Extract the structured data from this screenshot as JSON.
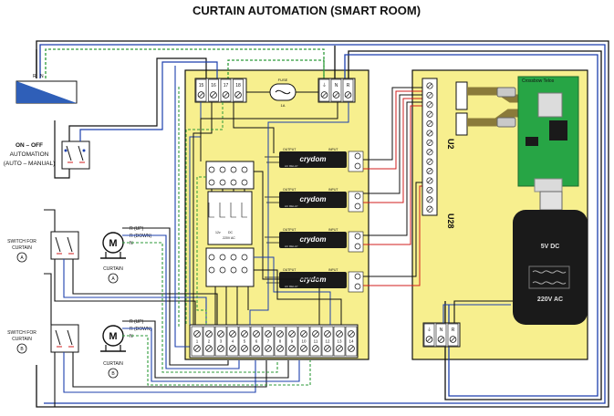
{
  "title": "CURTAIN AUTOMATION (SMART ROOM)",
  "supply_labels": [
    "R",
    "N"
  ],
  "switch_onoff": {
    "line1": "ON – OFF",
    "line2": "AUTOMATION",
    "line3": "(AUTO – MANUAL)"
  },
  "switch_a": {
    "line1": "SWITCH FOR",
    "line2": "CURTAIN",
    "badge": "A"
  },
  "switch_b": {
    "line1": "SWITCH FOR",
    "line2": "CURTAIN",
    "badge": "B"
  },
  "motor_a": {
    "symbol": "M",
    "caption": "CURTAIN",
    "badge": "A",
    "wires": [
      "R (UP)",
      "R (DOWN)",
      "N"
    ]
  },
  "motor_b": {
    "symbol": "M",
    "caption": "CURTAIN",
    "badge": "B",
    "wires": [
      "R (UP)",
      "R (DOWN)",
      "N"
    ]
  },
  "main_panel": {
    "top_terminals": [
      "15",
      "16",
      "17",
      "18"
    ],
    "fuse_label": "FUSE",
    "fuse_rating": "1A",
    "supply_terminals": [
      "⏚",
      "N",
      "R"
    ],
    "relay_caption": [
      "12v",
      "DC",
      "220V AC"
    ],
    "bottom_terminals": [
      "1",
      "2",
      "3",
      "4",
      "5",
      "6",
      "7",
      "8",
      "9",
      "10",
      "11",
      "12",
      "13",
      "14"
    ]
  },
  "ssr": {
    "brand": "crydom",
    "input_label": "INPUT",
    "output_label": "OUTPUT",
    "ac_relay_label": "AC RELAY",
    "count": 4
  },
  "controller_panel": {
    "u2_label": "U2",
    "u28_label": "U28",
    "board_label": "Crossbow Telos",
    "psu_line1": "5V DC",
    "psu_line2": "220V AC",
    "supply_terminals": [
      "⏚",
      "N",
      "R"
    ]
  },
  "colors": {
    "panel_fill": "#f7ef8e",
    "wire_black": "#111111",
    "wire_blue": "#1c3fae",
    "wire_green": "#2e9a3a",
    "wire_red": "#d21c1c",
    "pcb_green": "#27a545",
    "ribbon": "#8a7a3a"
  }
}
